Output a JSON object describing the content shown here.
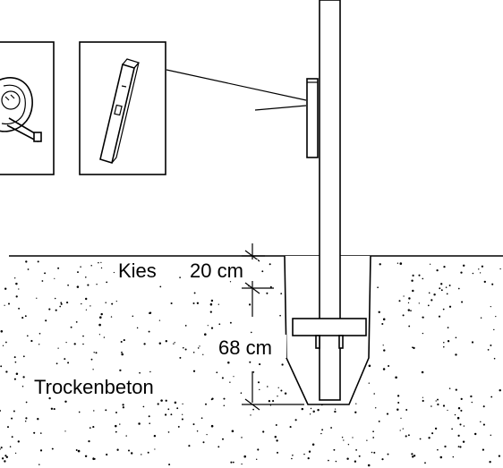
{
  "labels": {
    "gravel": "Kies",
    "gravel_depth": "20 cm",
    "concrete_depth": "68 cm",
    "concrete": "Trockenbeton"
  },
  "tools": {
    "left_tool": "tape-measure",
    "right_tool": "spirit-level"
  },
  "colors": {
    "line": "#000000",
    "background": "#ffffff"
  }
}
